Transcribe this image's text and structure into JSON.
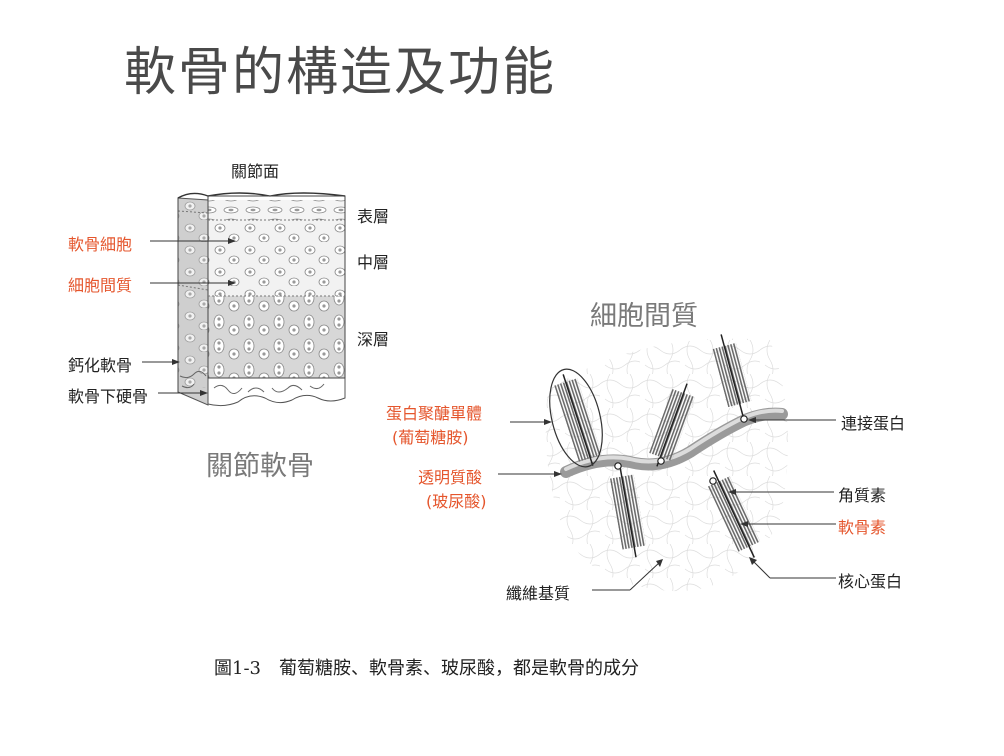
{
  "title": "軟骨的構造及功能",
  "left_diagram": {
    "surface_label": "關節面",
    "layers": [
      "表層",
      "中層",
      "深層"
    ],
    "cell_label": "軟骨細胞",
    "matrix_label": "細胞間質",
    "calcified_label": "鈣化軟骨",
    "subchondral_label": "軟骨下硬骨",
    "caption": "關節軟骨"
  },
  "right_diagram": {
    "heading": "細胞間質",
    "glycoprotein_label": "蛋白聚醣單體",
    "glucosamine_label": "(葡萄糖胺)",
    "hyaluronic_label": "透明質酸",
    "hyaluronic_alt_label": "(玻尿酸)",
    "link_protein_label": "連接蛋白",
    "keratan_label": "角質素",
    "chondroitin_label": "軟骨素",
    "core_protein_label": "核心蛋白",
    "fiber_label": "纖維基質"
  },
  "figure_caption": "圖1-3　葡萄糖胺、軟骨素、玻尿酸，都是軟骨的成分",
  "colors": {
    "accent": "#e5562d",
    "title_gray": "#4a4a4a",
    "heading_gray": "#7a7a7a"
  }
}
